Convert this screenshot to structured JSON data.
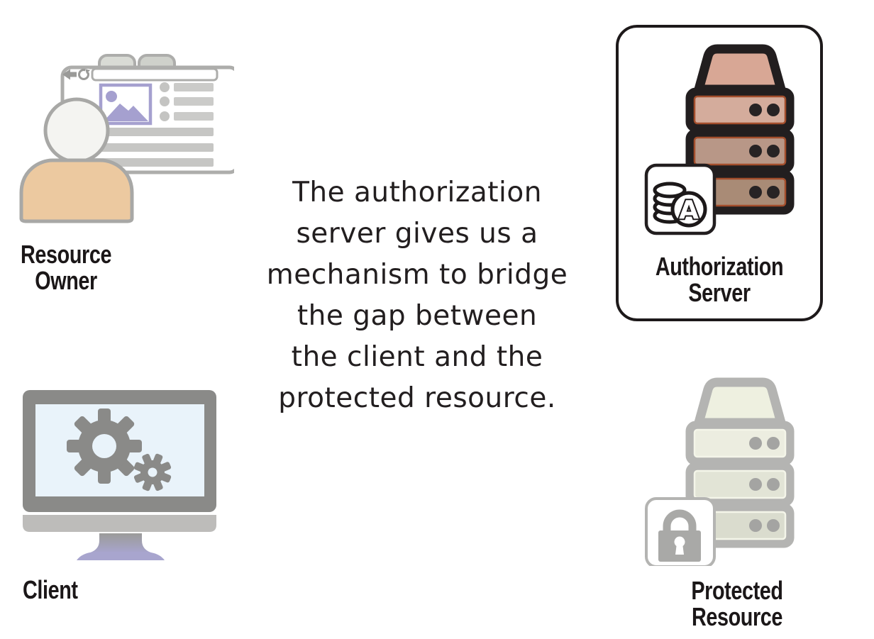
{
  "caption": {
    "full_text": "The authorization server gives us a mechanism to bridge the gap between the client and the protected resource.",
    "lines": [
      "The authorization",
      "server gives us a",
      "mechanism to bridge",
      "the gap between",
      "the client and the",
      "protected resource."
    ]
  },
  "nodes": {
    "resource_owner": {
      "line1": "Resource",
      "line2": "Owner"
    },
    "client": {
      "line1": "Client"
    },
    "authorization_server": {
      "line1": "Authorization",
      "line2": "Server",
      "badge_letter": "A",
      "highlighted": true
    },
    "protected_resource": {
      "line1": "Protected",
      "line2": "Resource"
    }
  },
  "colors": {
    "ink": "#221e1f",
    "label_black": "#1b1718",
    "server_top_salmon": "#d8a795",
    "server_drawer_light": "#d4ac9c",
    "server_drawer_mid": "#b89787",
    "server_drawer_dark": "#a98b76",
    "server_drawer_border": "#a34e2c",
    "outline_gray": "#adadab",
    "lavender": "#a5a0cf",
    "skin_tan": "#ecc9a0",
    "monitor_frame": "#8a8a88",
    "monitor_chin": "#bdbcba",
    "screen_blue": "#e9f3fa",
    "gear_gray": "#8a8a88",
    "stand_lavender": "#a8a5ce",
    "muted_outline": "#b4b4b2",
    "muted_fill": "#eef0e0",
    "muted_drawer_1": "#ecede0",
    "muted_drawer_2": "#e2e4d6",
    "muted_drawer_3": "#dadcce",
    "lock_gray": "#a9a9a7"
  }
}
